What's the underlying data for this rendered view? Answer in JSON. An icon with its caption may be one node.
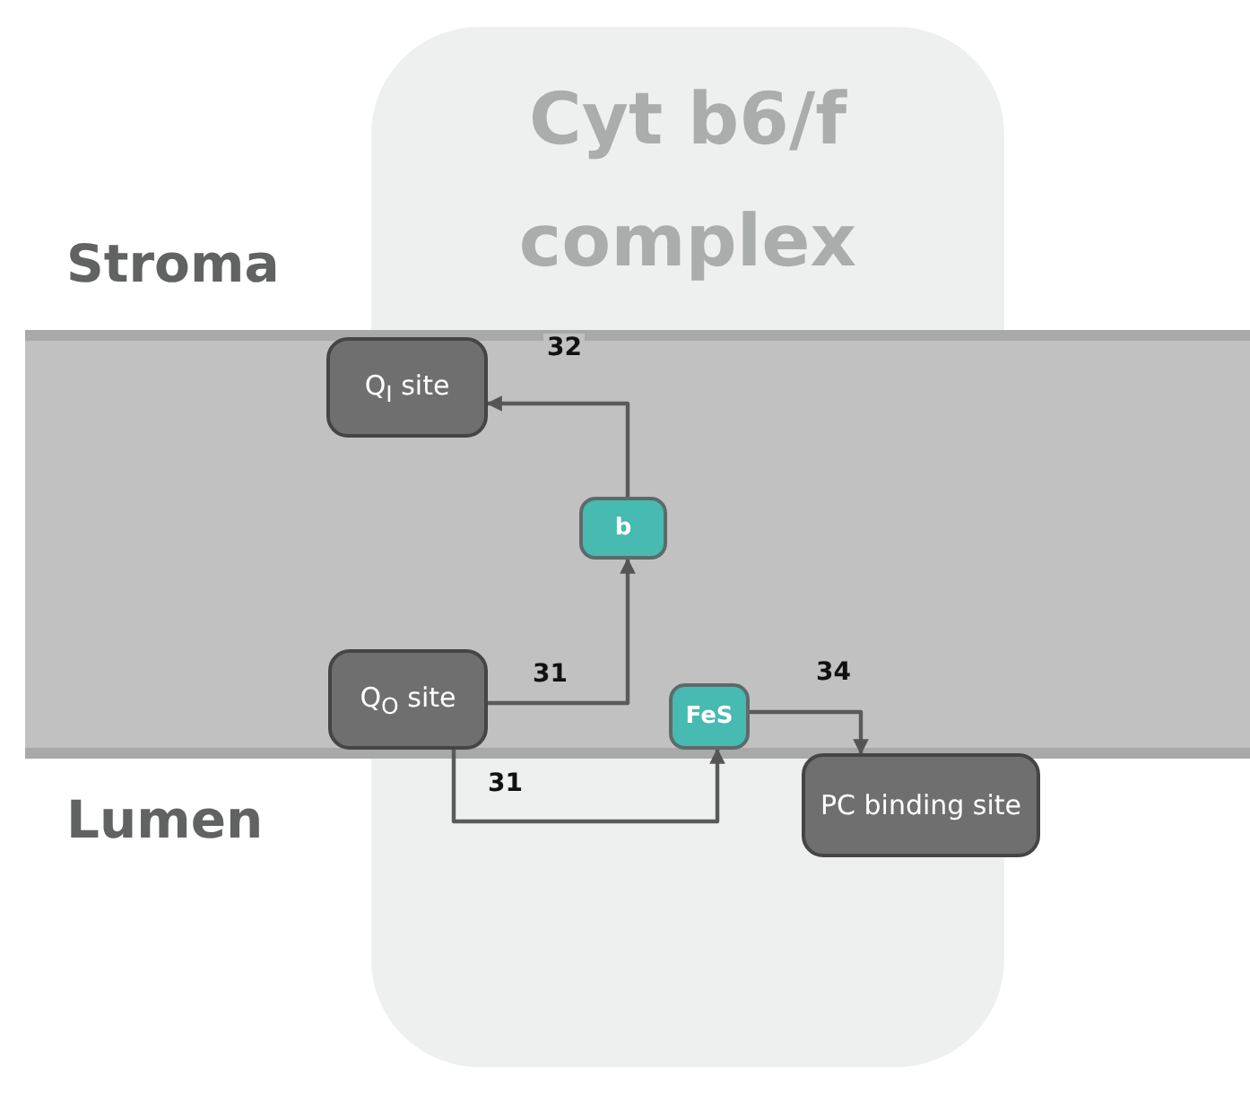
{
  "diagram": {
    "nodes": [
      {
        "text": [
          "Cyt b6/f complex"
        ]
      },
      {
        "text": [
          "Q$_{I}$ site"
        ]
      },
      {
        "text": [
          "b"
        ],
        "in": 0
      },
      {
        "text": [
          "Q$_{O}$ site"
        ]
      },
      {
        "text": [
          "FeS"
        ],
        "in": 0
      },
      {
        "text": [
          "PC binding site"
        ]
      }
    ],
    "edges": [
      {
        "from": 3,
        "to": 2,
        "arrow": "to",
        "label": "31"
      },
      {
        "from": 2,
        "to": 1,
        "arrow": "to",
        "label": "32"
      },
      {
        "from": 3,
        "to": 4,
        "arrow": "to",
        "label": "31"
      },
      {
        "from": 4,
        "to": 5,
        "arrow": "to",
        "label": "34"
      }
    ],
    "labels": [
      "Stroma",
      "Lumen"
    ]
  }
}
